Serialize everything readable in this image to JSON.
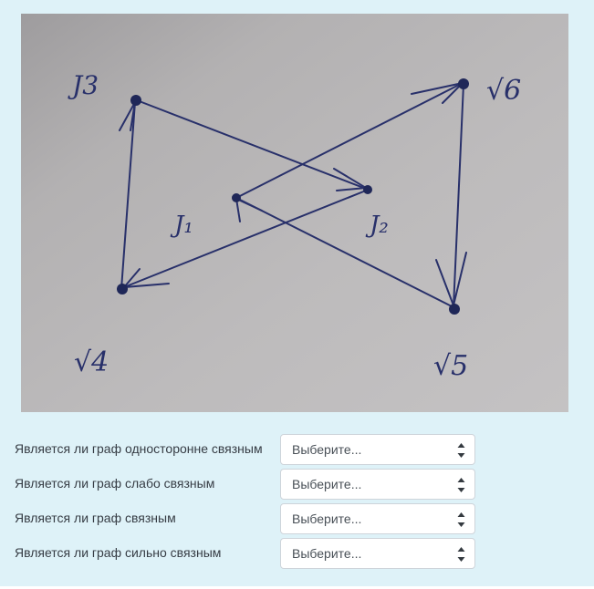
{
  "image": {
    "vertex_labels": {
      "v1": "J₁",
      "v2": "J₂",
      "v3": "J3",
      "v4": "√4",
      "v5": "√5",
      "v6": "√6"
    }
  },
  "questions": [
    {
      "label": "Является ли граф односторонне связным",
      "select_value": "Выберите..."
    },
    {
      "label": "Является ли граф слабо связным",
      "select_value": "Выберите..."
    },
    {
      "label": "Является ли граф связным",
      "select_value": "Выберите..."
    },
    {
      "label": "Является ли граф сильно связным",
      "select_value": "Выберите..."
    }
  ],
  "colors": {
    "panel_background": "#def2f8",
    "ink": "#28306a",
    "paper": "#b8b6b7"
  }
}
